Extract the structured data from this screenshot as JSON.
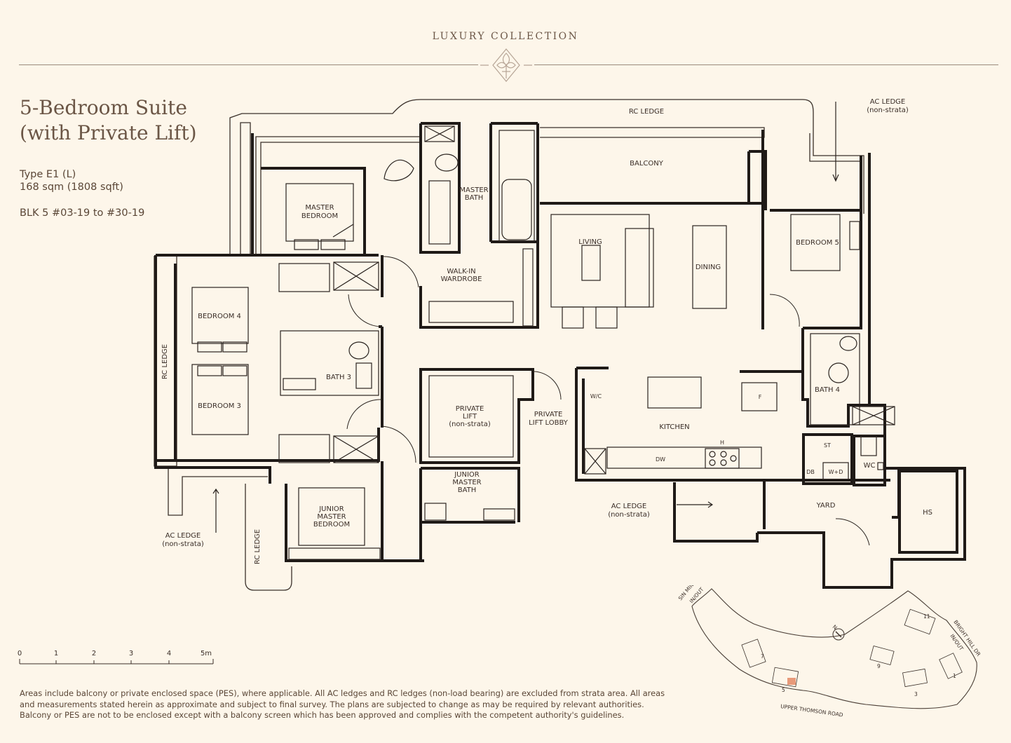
{
  "header": {
    "brand": "LUXURY COLLECTION"
  },
  "unit": {
    "title_line1": "5-Bedroom Suite",
    "title_line2": "(with Private Lift)",
    "type": "Type E1 (L)",
    "area": "168 sqm (1808 sqft)",
    "blocks": "BLK 5 #03-19 to #30-19"
  },
  "rooms": {
    "rc_ledge_top": "RC LEDGE",
    "ac_ledge_top": "AC LEDGE",
    "ac_ledge_top_note": "(non-strata)",
    "balcony": "BALCONY",
    "master_bath_1": "MASTER",
    "master_bath_2": "BATH",
    "master_bedroom_1": "MASTER",
    "master_bedroom_2": "BEDROOM",
    "walkin_1": "WALK-IN",
    "walkin_2": "WARDROBE",
    "living": "LIVING",
    "dining": "DINING",
    "bedroom5": "BEDROOM 5",
    "bedroom4": "BEDROOM 4",
    "bedroom3": "BEDROOM 3",
    "bath3": "BATH 3",
    "rc_ledge_left": "RC LEDGE",
    "private_lift_1": "PRIVATE",
    "private_lift_2": "LIFT",
    "private_lift_3": "(non-strata)",
    "lift_lobby_1": "PRIVATE",
    "lift_lobby_2": "LIFT LOBBY",
    "wc_small": "W/C",
    "fridge": "F",
    "kitchen": "KITCHEN",
    "bath4": "BATH 4",
    "hob": "H",
    "dishwasher": "DW",
    "store": "ST",
    "db": "DB",
    "washer": "W+D",
    "wc": "WC",
    "jm_bath_1": "JUNIOR",
    "jm_bath_2": "MASTER",
    "jm_bath_3": "BATH",
    "jm_bed_1": "JUNIOR",
    "jm_bed_2": "MASTER",
    "jm_bed_3": "BEDROOM",
    "ac_ledge_mid": "AC LEDGE",
    "ac_ledge_mid_note": "(non-strata)",
    "yard": "YARD",
    "hs": "HS",
    "ac_ledge_left": "AC LEDGE",
    "ac_ledge_left_note": "(non-strata)",
    "rc_ledge_bottom": "RC LEDGE"
  },
  "scale_bar": {
    "ticks": [
      "0",
      "1",
      "2",
      "3",
      "4",
      "5m"
    ]
  },
  "site_plan": {
    "road_top": "SIN MING AVE",
    "road_top_inout": "IN/OUT",
    "road_right": "BRIGHT HILL DR",
    "road_right_inout": "IN/OUT",
    "road_bottom": "UPPER THOMSON ROAD",
    "north": "N",
    "block_labels": [
      "11",
      "1",
      "9",
      "7",
      "5",
      "3"
    ]
  },
  "disclaimer": {
    "line1": "Areas include balcony or private enclosed space (PES), where applicable. All AC ledges and RC ledges (non-load bearing) are excluded from strata area. All areas",
    "line2": "and measurements stated herein as approximate and subject to final survey. The plans are subjected to change as may be required by relevant authorities.",
    "line3": "Balcony or PES are not to be enclosed except with a balcony screen which has been approved and complies with the competent authority's guidelines."
  },
  "colors": {
    "background": "#fdf6ea",
    "wall": "#1f1a17",
    "text": "#5a4636",
    "highlight": "#e89a7a"
  }
}
